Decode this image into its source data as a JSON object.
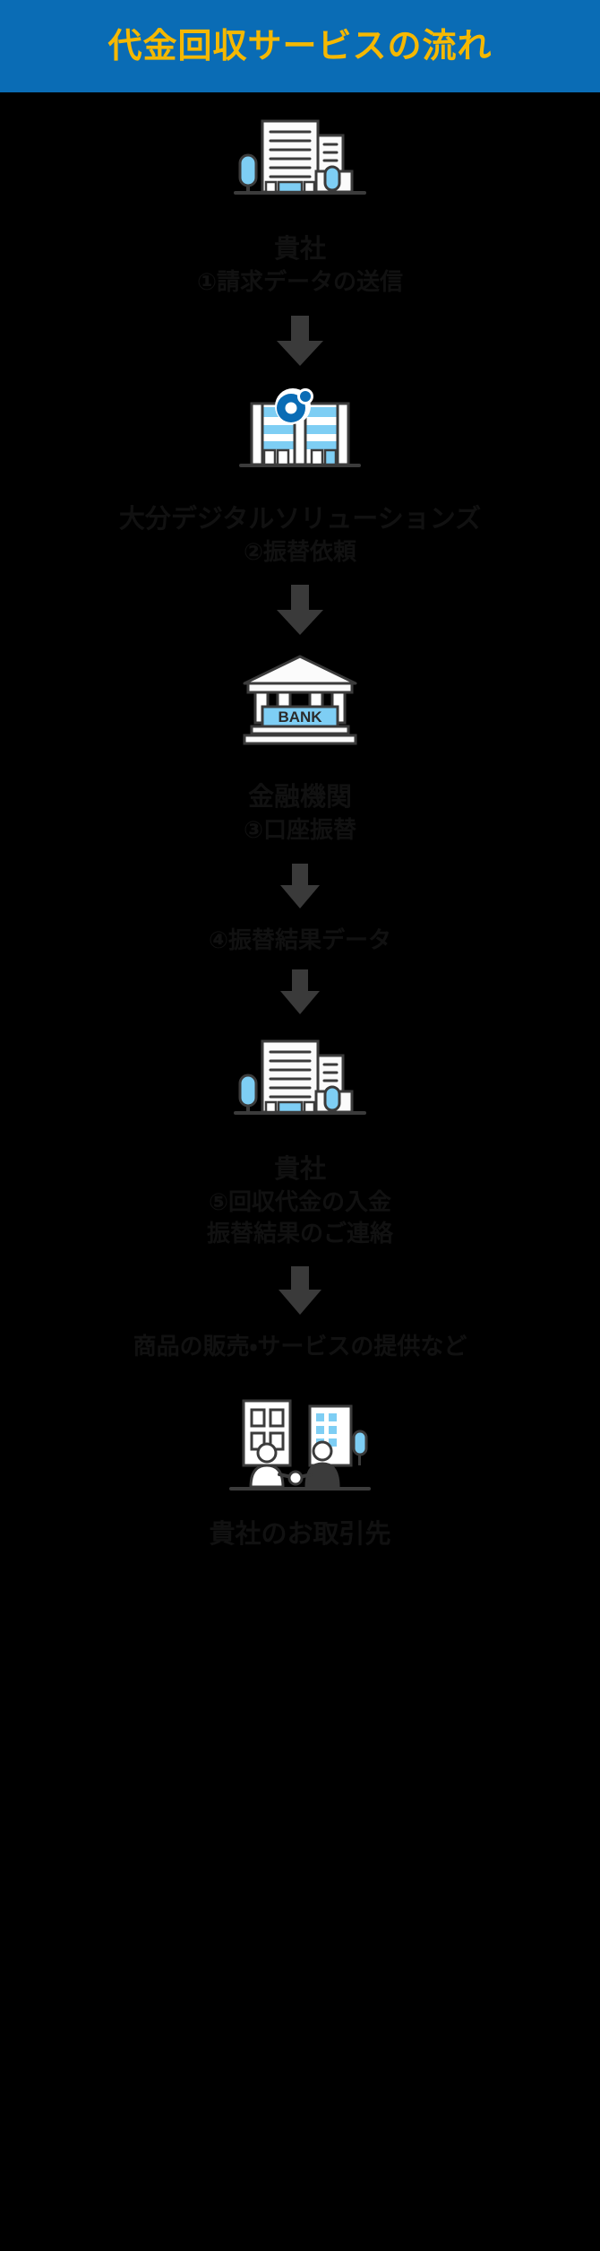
{
  "header": {
    "title": "代金回収サービスの流れ",
    "bg_color": "#0a6cb5",
    "text_color": "#f5b800"
  },
  "theme": {
    "page_bg": "#000000",
    "caption_color": "#111111",
    "accent_blue": "#0a6cb5",
    "light_blue": "#7ecef4",
    "arrow_color": "#3a3a3a",
    "icon_white": "#ffffff",
    "icon_outline": "#3b3b3b"
  },
  "steps": [
    {
      "id": "step-1",
      "icon": "office-building-icon",
      "actor": "貴社",
      "label": "①請求データの送信",
      "label2": ""
    },
    {
      "id": "step-2",
      "icon": "convenience-store-icon",
      "actor": "大分デジタルソリューションズ",
      "label": "②振替依頼",
      "label2": ""
    },
    {
      "id": "step-3",
      "icon": "bank-icon",
      "actor": "金融機関",
      "label": "③口座振替",
      "label2": ""
    },
    {
      "id": "step-4",
      "icon": "",
      "actor": "",
      "label": "④振替結果データ",
      "label2": ""
    },
    {
      "id": "step-5",
      "icon": "office-building-icon",
      "actor": "貴社",
      "label": "⑤回収代金の入金",
      "label2": "振替結果のご連絡"
    },
    {
      "id": "step-6",
      "icon": "",
      "actor": "",
      "label": "商品の販売・サービスの提供など",
      "label2": ""
    },
    {
      "id": "step-7",
      "icon": "handshake-business-icon",
      "actor": "貴社のお取引先",
      "label": "",
      "label2": ""
    }
  ],
  "bank_icon": {
    "sign_text": "BANK"
  },
  "arrows": {
    "count": 6,
    "glyph": "arrow-down"
  }
}
